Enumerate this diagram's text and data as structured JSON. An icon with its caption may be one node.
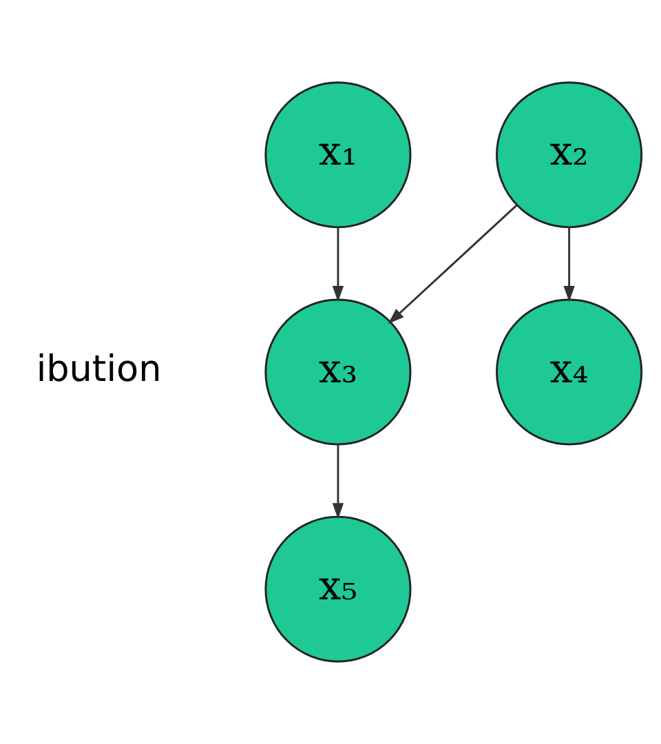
{
  "diagram": {
    "nodes": [
      {
        "text": [
          "x₁"
        ]
      },
      {
        "text": [
          "x₂"
        ]
      },
      {
        "text": [
          "x₃"
        ]
      },
      {
        "text": [
          "x₄"
        ]
      },
      {
        "text": [
          "x₅"
        ]
      }
    ],
    "edges": [
      {
        "from": 0,
        "to": 2,
        "arrow": "to"
      },
      {
        "from": 1,
        "to": 2,
        "arrow": "to"
      },
      {
        "from": 1,
        "to": 3,
        "arrow": "to"
      },
      {
        "from": 2,
        "to": 4,
        "arrow": "to"
      }
    ],
    "labels": [
      "ibution"
    ]
  }
}
